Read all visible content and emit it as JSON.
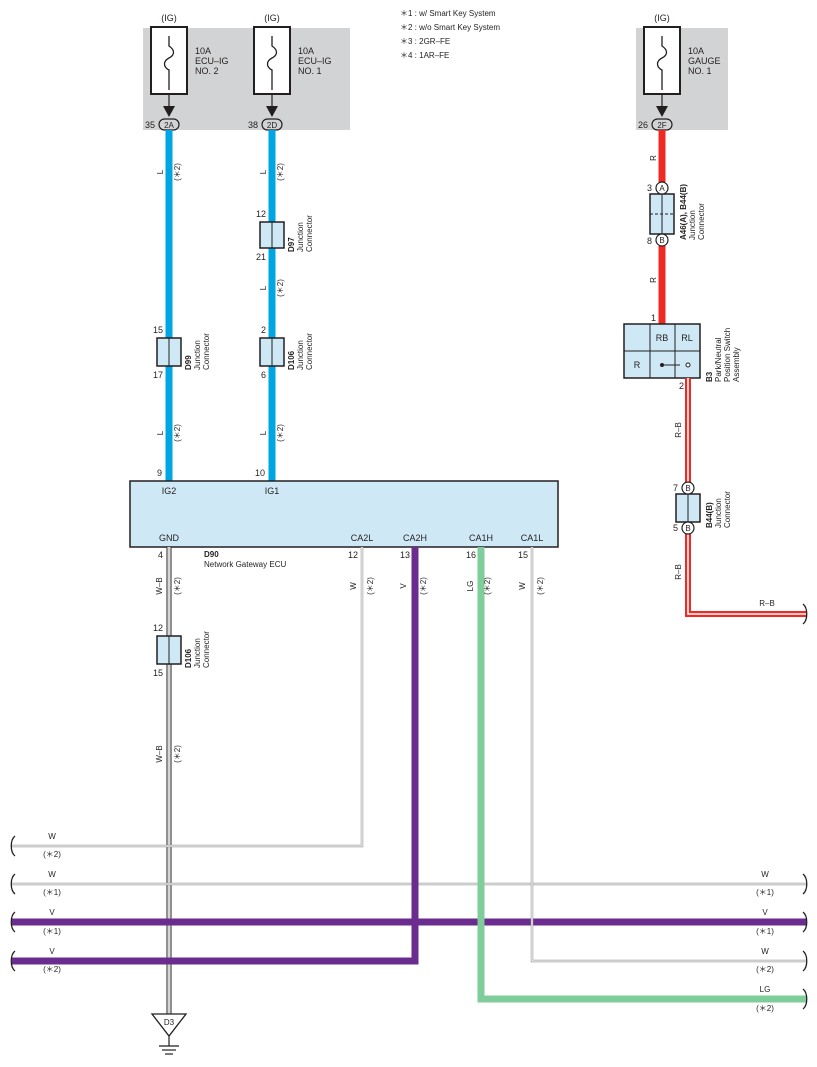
{
  "legend": [
    "＊1 : w/ Smart Key System",
    "＊2 : w/o Smart Key System",
    "＊3 : 2GR–FE",
    "＊4 : 1AR–FE"
  ],
  "fuses": {
    "ecu_ig2": {
      "supply": "(IG)",
      "rating": "10A",
      "name1": "ECU–IG",
      "name2": "NO. 2",
      "pin": "35",
      "conn": "2A"
    },
    "ecu_ig1": {
      "supply": "(IG)",
      "rating": "10A",
      "name1": "ECU–IG",
      "name2": "NO. 1",
      "pin": "38",
      "conn": "2D"
    },
    "gauge1": {
      "supply": "(IG)",
      "rating": "10A",
      "name1": "GAUGE",
      "name2": "NO. 1",
      "pin": "26",
      "conn": "2F"
    }
  },
  "wire_colors": {
    "blue": "#00a5e3",
    "red": "#ee2a24",
    "purple": "#6a2c8e",
    "green": "#7fcd9b",
    "gray": "#999999",
    "fuse_bg": "#d1d3d4",
    "conn_fill": "#cfe8f5"
  },
  "wire_labels": {
    "L": "L",
    "R": "R",
    "RB": "R–B",
    "WB": "W–B",
    "W": "W",
    "V": "V",
    "LG": "LG",
    "n1": "(＊1)",
    "n2": "(＊2)"
  },
  "jc": {
    "d97": {
      "id": "D97",
      "line1": "Junction",
      "line2": "Connector",
      "pin_top": "12",
      "pin_bot": "21"
    },
    "d99": {
      "id": "D99",
      "line1": "Junction",
      "line2": "Connector",
      "pin_top": "15",
      "pin_bot": "17"
    },
    "d106a": {
      "id": "D106",
      "line1": "Junction",
      "line2": "Connector",
      "pin_top": "2",
      "pin_bot": "6"
    },
    "d106b": {
      "id": "D106",
      "line1": "Junction",
      "line2": "Connector",
      "pin_top": "12",
      "pin_bot": "15"
    },
    "a46": {
      "id": "A46(A), B44(B)",
      "line1": "Junction",
      "line2": "Connector",
      "pin_top": "3",
      "pin_bot": "8",
      "conn_top": "A",
      "conn_bot": "B"
    },
    "b44": {
      "id": "B44(B)",
      "line1": "Junction",
      "line2": "Connector",
      "pin_top": "7",
      "pin_bot": "5",
      "conn_top": "B",
      "conn_bot": "B"
    }
  },
  "b3": {
    "id": "B3",
    "line1": "Park/Neutral",
    "line2": "Position Switch",
    "line3": "Assembly",
    "pin_in": "1",
    "pin_out": "2",
    "cells": [
      "RB",
      "RL",
      "R"
    ]
  },
  "ecu": {
    "id": "D90",
    "name": "Network Gateway ECU",
    "top_pins": [
      {
        "pin": "9",
        "label": "IG2"
      },
      {
        "pin": "10",
        "label": "IG1"
      }
    ],
    "bottom_pins": [
      {
        "pin": "4",
        "label": "GND"
      },
      {
        "pin": "12",
        "label": "CA2L"
      },
      {
        "pin": "13",
        "label": "CA2H"
      },
      {
        "pin": "16",
        "label": "CA1H"
      },
      {
        "pin": "15",
        "label": "CA1L"
      }
    ]
  },
  "ground": {
    "id": "D3"
  }
}
